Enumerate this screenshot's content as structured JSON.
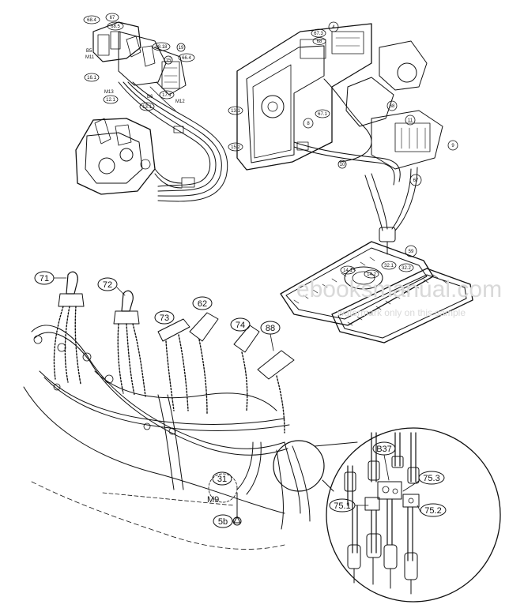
{
  "diagram": {
    "callouts_top_left": [
      "68.4",
      "68.5",
      "67",
      "68.18",
      "66.4",
      "M11",
      "M13",
      "16.1",
      "12.1",
      "13.1",
      "B6",
      "M12",
      "17.1",
      "B5",
      "19",
      "15"
    ],
    "callouts_top_right": [
      "13.1",
      "15.2",
      "67.3",
      "68",
      "67.1",
      "8",
      "4",
      "68",
      "11",
      "9",
      "10",
      "67",
      "59",
      "14.1",
      "14.2",
      "32.1",
      "32.2"
    ],
    "callouts_bottom": [
      "71",
      "72",
      "73",
      "62",
      "74",
      "88",
      "31",
      "M9",
      "5b"
    ],
    "detail_callouts": [
      "B37",
      "75.3",
      "75.1",
      "75.2"
    ],
    "watermark_main": "ebooksmanual.com",
    "watermark_sub": "watermark only on this sample"
  }
}
